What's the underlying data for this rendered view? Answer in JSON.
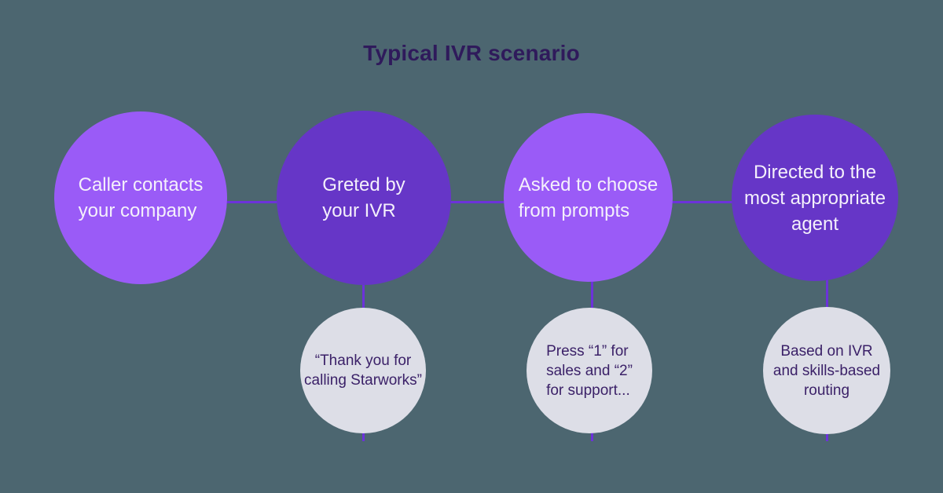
{
  "title": "Typical IVR scenario",
  "colors": {
    "background": "#4C6670",
    "circle_light": "#9A5BF7",
    "circle_dark": "#6636C7",
    "circle_gray": "#DDDEE7",
    "connector": "#6C32DA",
    "title_text": "#2F1A5B",
    "dark_text": "#3B2168",
    "light_text": "#F4F0FB"
  },
  "steps": [
    {
      "label": "Caller contacts\nyour company",
      "variant": "light",
      "note": ""
    },
    {
      "label": "Greted by\nyour IVR",
      "variant": "dark",
      "note": "“Thank you for\ncalling Starworks”"
    },
    {
      "label": "Asked to choose\nfrom prompts",
      "variant": "light",
      "note": "Press “1” for\nsales and “2”\nfor support..."
    },
    {
      "label": "Directed to the\nmost appropriate\nagent",
      "variant": "dark",
      "note": "Based on IVR\nand skills-based\nrouting"
    }
  ]
}
